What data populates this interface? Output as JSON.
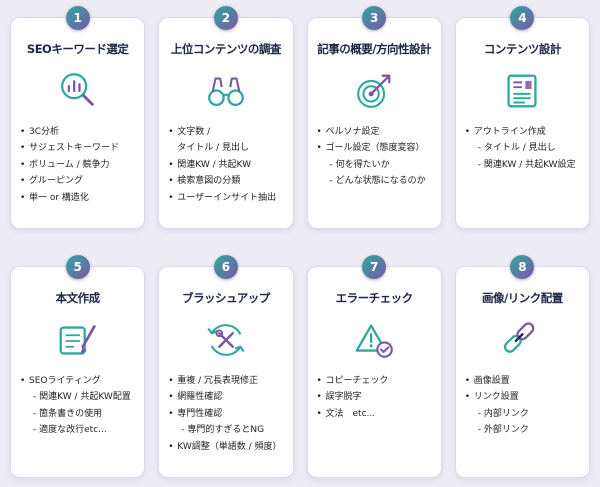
{
  "colors": {
    "background": "#edecf5",
    "card": "#ffffff",
    "badge_gradient_start": "#2fa99e",
    "badge_gradient_end": "#7b57a7",
    "title": "#1d2644",
    "accent_teal": "#2fa99e",
    "accent_purple": "#7b57a7"
  },
  "cards": [
    {
      "number": "1",
      "title": "SEOキーワード選定",
      "icon": "search-analytics-icon",
      "items": [
        {
          "type": "bullet",
          "text": "3C分析"
        },
        {
          "type": "bullet",
          "text": "サジェストキーワード"
        },
        {
          "type": "bullet",
          "text": "ボリューム / 競争力"
        },
        {
          "type": "bullet",
          "text": "グルーピング"
        },
        {
          "type": "bullet",
          "text": "単一 or 構造化"
        }
      ]
    },
    {
      "number": "2",
      "title": "上位コンテンツの調査",
      "icon": "binoculars-icon",
      "items": [
        {
          "type": "bullet",
          "text": "文字数 /"
        },
        {
          "type": "cont",
          "text": "タイトル / 見出し"
        },
        {
          "type": "bullet",
          "text": "関連KW / 共起KW"
        },
        {
          "type": "bullet",
          "text": "検索意図の分類"
        },
        {
          "type": "bullet",
          "text": "ユーザーインサイト抽出"
        }
      ]
    },
    {
      "number": "3",
      "title": "記事の概要/方向性設計",
      "icon": "target-arrow-icon",
      "items": [
        {
          "type": "bullet",
          "text": "ペルソナ設定"
        },
        {
          "type": "bullet",
          "text": "ゴール設定（態度変容）"
        },
        {
          "type": "sub",
          "text": "- 何を得たいか"
        },
        {
          "type": "sub",
          "text": "- どんな状態になるのか"
        }
      ]
    },
    {
      "number": "4",
      "title": "コンテンツ設計",
      "icon": "document-outline-icon",
      "items": [
        {
          "type": "bullet",
          "text": "アウトライン作成"
        },
        {
          "type": "sub",
          "text": "- タイトル / 見出し"
        },
        {
          "type": "sub",
          "text": "- 関連KW / 共起KW設定"
        }
      ]
    },
    {
      "number": "5",
      "title": "本文作成",
      "icon": "writing-pen-icon",
      "items": [
        {
          "type": "bullet",
          "text": "SEOライティング"
        },
        {
          "type": "sub",
          "text": "- 関連KW / 共起KW配置"
        },
        {
          "type": "sub",
          "text": "- 箇条書きの使用"
        },
        {
          "type": "sub",
          "text": "- 適度な改行etc..."
        }
      ]
    },
    {
      "number": "6",
      "title": "ブラッシュアップ",
      "icon": "tools-refresh-icon",
      "items": [
        {
          "type": "bullet",
          "text": "重複 / 冗長表現修正"
        },
        {
          "type": "bullet",
          "text": "網羅性確認"
        },
        {
          "type": "bullet",
          "text": "専門性確認"
        },
        {
          "type": "sub",
          "text": "- 専門的すぎるとNG"
        },
        {
          "type": "bullet",
          "text": "KW調整（単語数 / 頻度）"
        }
      ]
    },
    {
      "number": "7",
      "title": "エラーチェック",
      "icon": "warning-check-icon",
      "items": [
        {
          "type": "bullet",
          "text": "コピーチェック"
        },
        {
          "type": "bullet",
          "text": "誤字脱字"
        },
        {
          "type": "bullet",
          "text": "文法　etc..."
        }
      ]
    },
    {
      "number": "8",
      "title": "画像/リンク配置",
      "icon": "link-icon",
      "items": [
        {
          "type": "bullet",
          "text": "画像設置"
        },
        {
          "type": "bullet",
          "text": "リンク設置"
        },
        {
          "type": "sub",
          "text": "- 内部リンク"
        },
        {
          "type": "sub",
          "text": "- 外部リンク"
        }
      ]
    }
  ]
}
